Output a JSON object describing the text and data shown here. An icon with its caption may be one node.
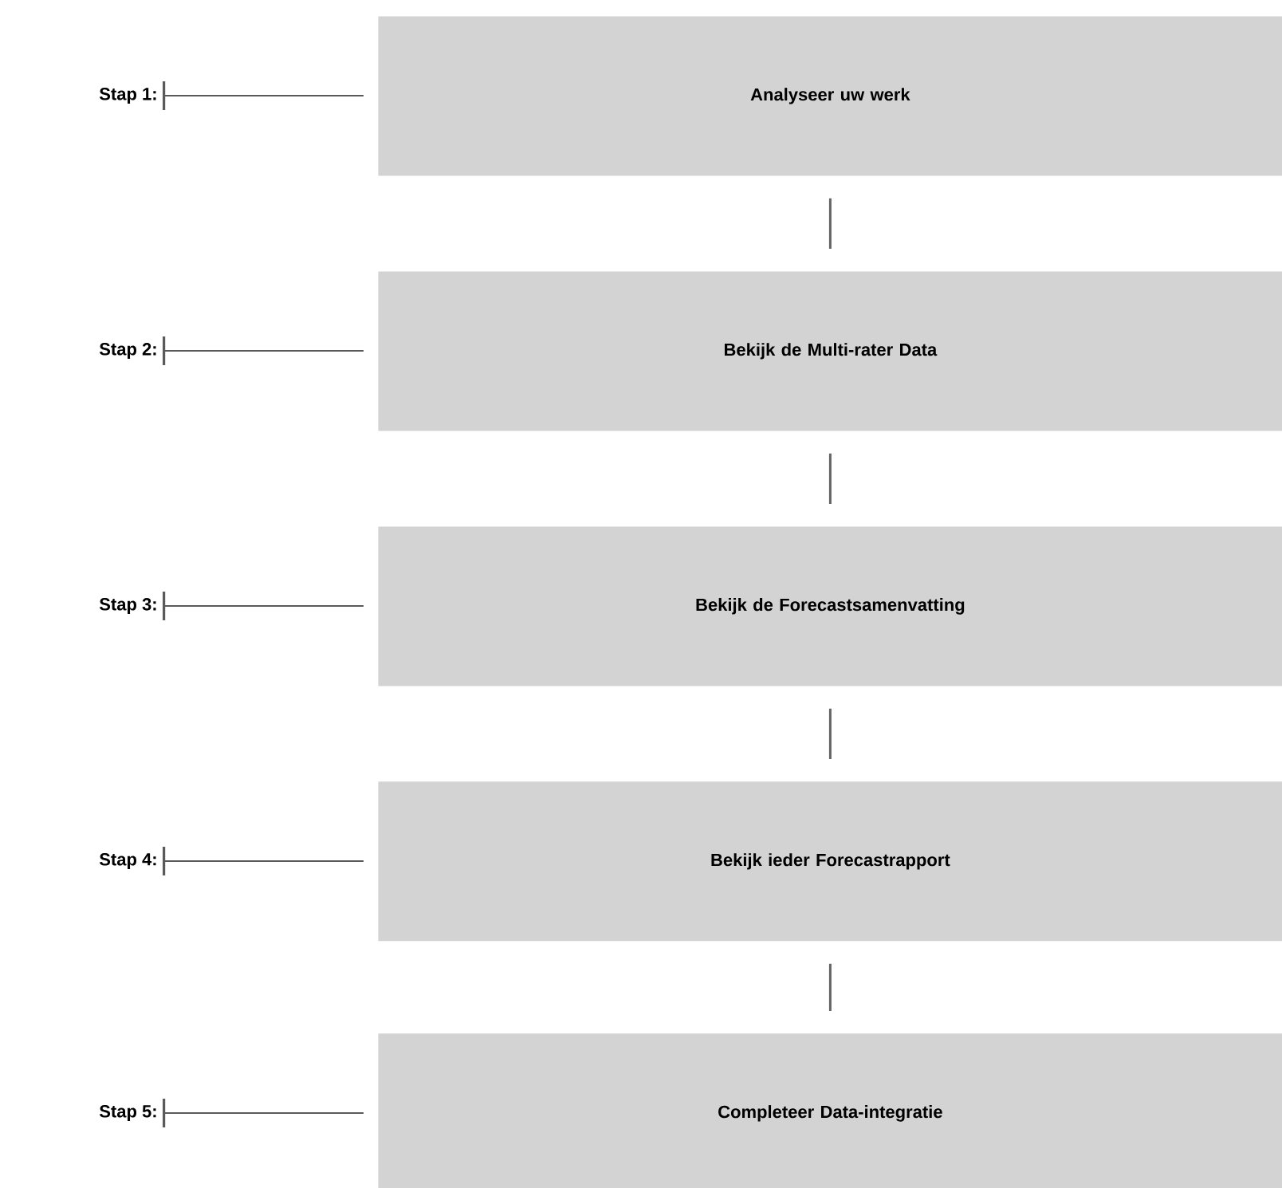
{
  "diagram": {
    "nodes": [
      {
        "text": [
          "Analyseer uw werk"
        ]
      },
      {
        "text": [
          "Bekijk de Multi-rater Data"
        ]
      },
      {
        "text": [
          "Bekijk de Forecastsamenvatting"
        ]
      },
      {
        "text": [
          "Bekijk ieder Forecastrapport"
        ]
      },
      {
        "text": [
          "Completeer Data-integratie"
        ]
      },
      {
        "text": [
          "Stap 1:"
        ]
      },
      {
        "text": [
          "Stap 2:"
        ]
      },
      {
        "text": [
          "Stap 3:"
        ]
      },
      {
        "text": [
          "Stap 4:"
        ]
      },
      {
        "text": [
          "Stap 5:"
        ]
      }
    ],
    "edges": [
      {
        "from": 0,
        "to": 1,
        "arrow": "none"
      },
      {
        "from": 1,
        "to": 2,
        "arrow": "none"
      },
      {
        "from": 2,
        "to": 3,
        "arrow": "none"
      },
      {
        "from": 3,
        "to": 4,
        "arrow": "none"
      },
      {
        "from": 5,
        "to": 0,
        "arrow": "other"
      },
      {
        "from": 6,
        "to": 1,
        "arrow": "other"
      },
      {
        "from": 7,
        "to": 2,
        "arrow": "other"
      },
      {
        "from": 8,
        "to": 3,
        "arrow": "other"
      },
      {
        "from": 9,
        "to": 4,
        "arrow": "other"
      }
    ]
  }
}
